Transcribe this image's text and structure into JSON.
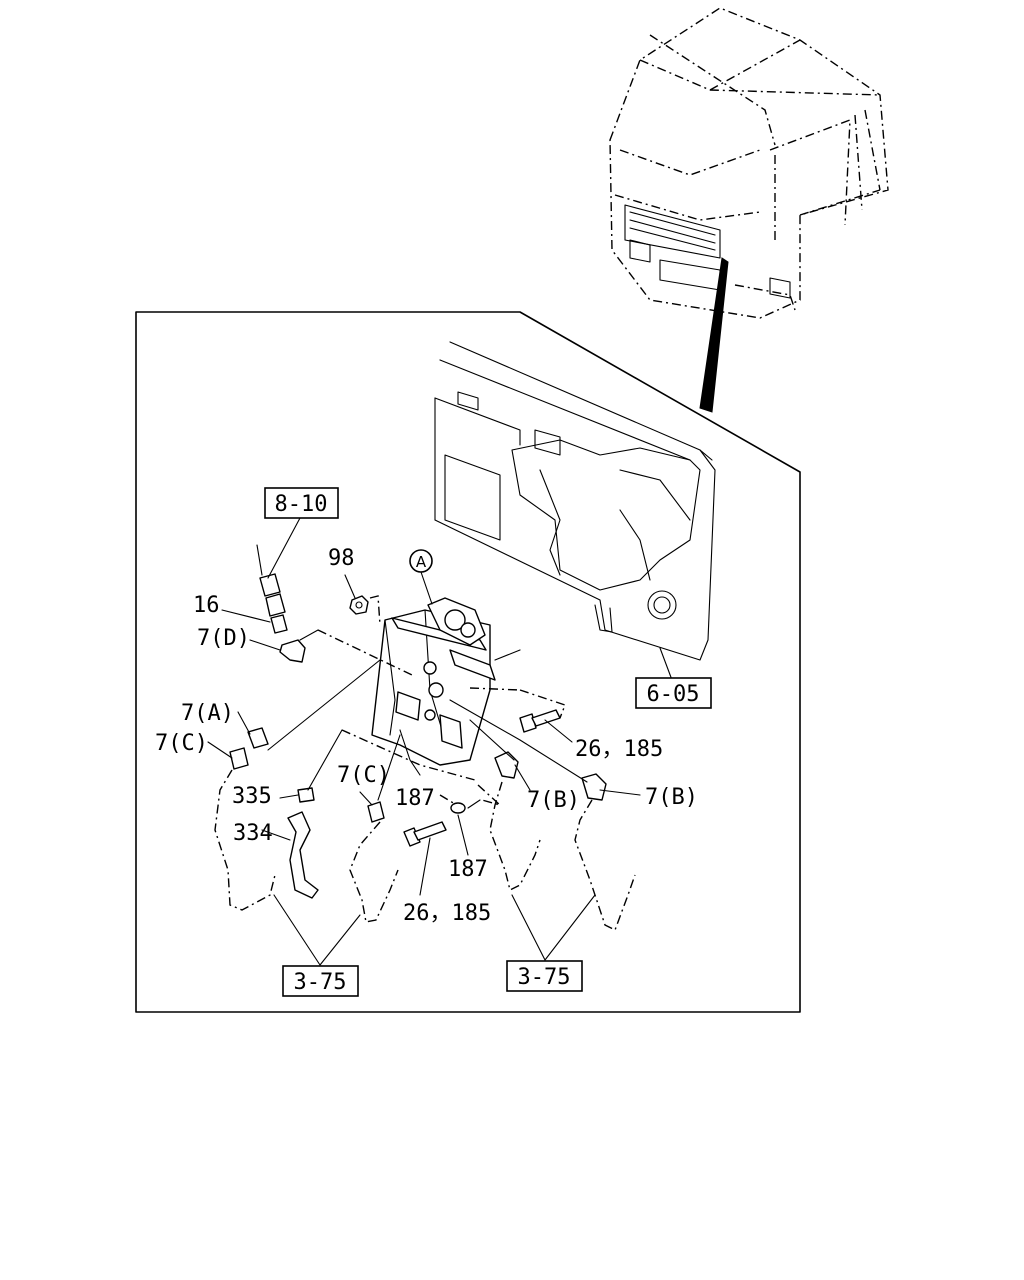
{
  "callouts": {
    "ref_8_10": "8-10",
    "ref_6_05": "6-05",
    "ref_3_75_left": "3-75",
    "ref_3_75_right": "3-75",
    "view_a": "A",
    "p98": "98",
    "p16": "16",
    "p7d": "7(D)",
    "p7a": "7(A)",
    "p7c_left": "7(C)",
    "p335": "335",
    "p334": "334",
    "p7c_mid": "7(C)",
    "p187_top": "187",
    "p187_bot": "187",
    "p7b_mid": "7(B)",
    "p7b_right": "7(B)",
    "p26_185_right": "26，185",
    "p26_185_bottom": "26，185"
  }
}
